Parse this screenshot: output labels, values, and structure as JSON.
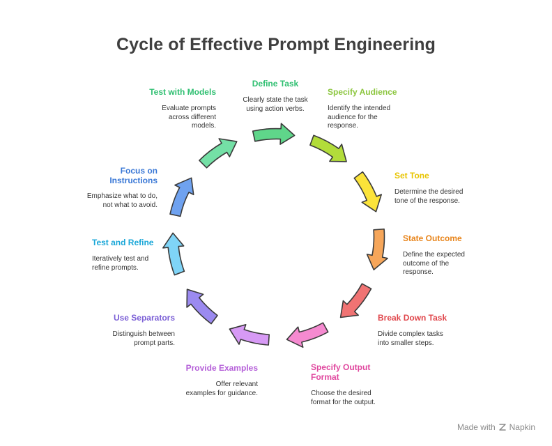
{
  "title": "Cycle of Effective Prompt Engineering",
  "steps": [
    {
      "title": "Define Task",
      "desc": [
        "Clearly state the task",
        "using action verbs."
      ],
      "color": "#2fbf71"
    },
    {
      "title": "Specify Audience",
      "desc": [
        "Identify the intended",
        "audience for the",
        "response."
      ],
      "color": "#8cc63f"
    },
    {
      "title": "Set Tone",
      "desc": [
        "Determine the desired",
        "tone of the response."
      ],
      "color": "#e8c400"
    },
    {
      "title": "State Outcome",
      "desc": [
        "Define the expected",
        "outcome of the",
        "response."
      ],
      "color": "#e8841a"
    },
    {
      "title": "Break Down Task",
      "desc": [
        "Divide complex tasks",
        "into smaller steps."
      ],
      "color": "#e0474c"
    },
    {
      "title": "Specify Output Format",
      "desc": [
        "Choose the desired",
        "format for the output."
      ],
      "color": "#e0479e"
    },
    {
      "title": "Provide Examples",
      "desc": [
        "Offer relevant",
        "examples for guidance."
      ],
      "color": "#b45ed8"
    },
    {
      "title": "Use Separators",
      "desc": [
        "Distinguish between",
        "prompt parts."
      ],
      "color": "#7b5fd6"
    },
    {
      "title": "Test and Refine",
      "desc": [
        "Iteratively test and",
        "refine prompts."
      ],
      "color": "#1aa7d8"
    },
    {
      "title": "Focus on Instructions",
      "desc": [
        "Emphasize what to do,",
        "not what to avoid."
      ],
      "color": "#3a78d6"
    },
    {
      "title": "Test with Models",
      "desc": [
        "Evaluate prompts",
        "across different",
        "models."
      ],
      "color": "#2fbf71"
    }
  ],
  "arrow_fills": [
    "#5fd68a",
    "#b2dc3a",
    "#fbe33a",
    "#f6a65a",
    "#f07373",
    "#f58ad0",
    "#d79af5",
    "#9b8af0",
    "#7fd4f7",
    "#6fa2f0",
    "#74e0a6"
  ],
  "footer": {
    "made_with": "Made with",
    "brand": "Napkin"
  }
}
